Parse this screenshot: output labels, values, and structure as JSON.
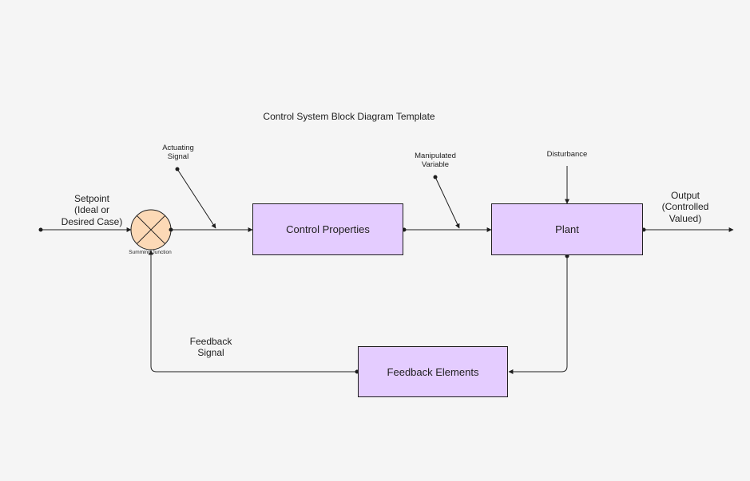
{
  "title": "Control System Block Diagram Template",
  "blocks": {
    "control": "Control Properties",
    "plant": "Plant",
    "feedback": "Feedback Elements"
  },
  "labels": {
    "setpoint": "Setpoint\n(Ideal or\nDesired Case)",
    "actuating_signal": "Actuating\nSignal",
    "manipulated_variable": "Manipulated\nVariable",
    "disturbance": "Disturbance",
    "output": "Output\n(Controlled\nValued)",
    "feedback_signal": "Feedback\nSignal",
    "summing_junction": "Summing Junction"
  },
  "colors": {
    "block_fill": "#e4ccff",
    "junction_fill": "#fcd9b6",
    "line": "#1e1e1e",
    "background": "#f5f5f5"
  }
}
